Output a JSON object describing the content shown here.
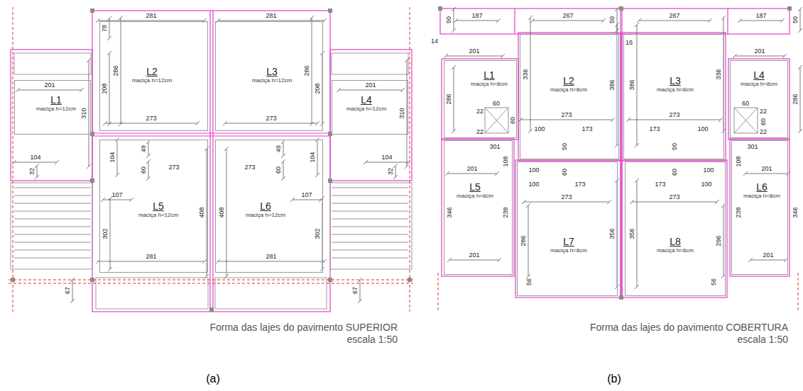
{
  "diagram": {
    "nodes": [
      {
        "text": [
          "L1",
          "maciça h=12cm"
        ]
      },
      {
        "text": [
          "L2",
          "maciça h=12cm"
        ]
      },
      {
        "text": [
          "L3",
          "maciça h=12cm"
        ]
      },
      {
        "text": [
          "L4",
          "maciça h=12cm"
        ]
      },
      {
        "text": [
          "L5",
          "maciça h=12cm"
        ]
      },
      {
        "text": [
          "L6",
          "maciça h=12cm"
        ]
      },
      {
        "text": [
          "L1",
          "maciça h=8cm"
        ]
      },
      {
        "text": [
          "L2",
          "maciça h=8cm"
        ]
      },
      {
        "text": [
          "L3",
          "maciça h=8cm"
        ]
      },
      {
        "text": [
          "L4",
          "maciça h=8cm"
        ]
      },
      {
        "text": [
          "L5",
          "maciça h=8cm"
        ]
      },
      {
        "text": [
          "L6",
          "maciça h=8cm"
        ]
      },
      {
        "text": [
          "L7",
          "maciça h=8cm"
        ]
      },
      {
        "text": [
          "L8",
          "maciça h=8cm"
        ]
      }
    ],
    "labels": [
      "281",
      "281",
      "78",
      "286",
      "208",
      "273",
      "273",
      "286",
      "208",
      "201",
      "310",
      "201",
      "310",
      "104",
      "32",
      "104",
      "32",
      "104",
      "49",
      "60",
      "273",
      "49",
      "60",
      "273",
      "104",
      "107",
      "107",
      "302",
      "408",
      "408",
      "302",
      "281",
      "281",
      "67",
      "67",
      "Forma das lajes do pavimento SUPERIOR",
      "escala 1:50",
      "(a)",
      "50",
      "187",
      "267",
      "50",
      "267",
      "187",
      "50",
      "14",
      "16",
      "201",
      "201",
      "286",
      "336",
      "386",
      "386",
      "336",
      "286",
      "60",
      "60",
      "22",
      "22",
      "22",
      "60",
      "60",
      "22",
      "273",
      "273",
      "100",
      "173",
      "173",
      "100",
      "50",
      "50",
      "301",
      "301",
      "108",
      "108",
      "201",
      "201",
      "100",
      "100",
      "60",
      "60",
      "100",
      "173",
      "173",
      "100",
      "273",
      "273",
      "346",
      "238",
      "238",
      "346",
      "286",
      "356",
      "356",
      "296",
      "201",
      "201",
      "56",
      "56",
      "Forma das lajes do pavimento COBERTURA",
      "escala 1:50",
      "(b)"
    ]
  }
}
